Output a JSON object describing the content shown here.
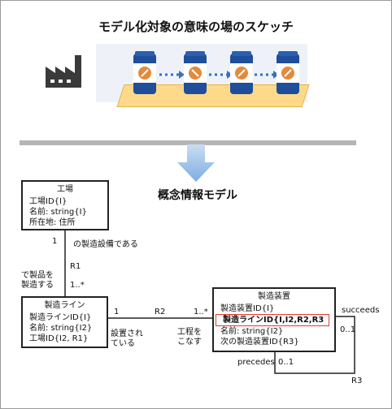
{
  "header": {
    "title": "モデル化対象の意味の場のスケッチ"
  },
  "model": {
    "title": "概念情報モデル"
  },
  "icons": {
    "factory": "factory-icon",
    "arrow": "down-arrow-icon",
    "product": "product-can-icon"
  },
  "colors": {
    "belt": "#ffd98a",
    "arrow": "#8fb7e3",
    "can": "#1f4e9a",
    "dots": "#3b6fc0",
    "highlight": "#e23b2e"
  },
  "classes": {
    "factory": {
      "name": "工場",
      "attrs": [
        "工場ID{I}",
        "名前: string{I}",
        "所在地: 住所"
      ]
    },
    "line": {
      "name": "製造ライン",
      "attrs": [
        "製造ラインID{I}",
        "名前: string{I2}",
        "工場ID{I2, R1}"
      ]
    },
    "device": {
      "name": "製造装置",
      "attrs": [
        "製造装置ID{I}",
        "製造ラインID{I,I2,R2,R3",
        "名前: string{I2}",
        "次の製造装置ID{R3}"
      ]
    }
  },
  "relations": {
    "r1": {
      "label": "R1",
      "phrase_a": "の製造設備である",
      "phrase_b": "で製品を\n製造する",
      "mult_a": "1",
      "mult_b": "1..*"
    },
    "r2": {
      "label": "R2",
      "phrase_a": "設置され\nている",
      "phrase_b": "工程を\nこなす",
      "mult_a": "1",
      "mult_b": "1..*"
    },
    "r3": {
      "label": "R3",
      "phrase_a": "succeeds",
      "phrase_b": "precedes",
      "mult_a": "0..1",
      "mult_b": "0..1"
    }
  }
}
